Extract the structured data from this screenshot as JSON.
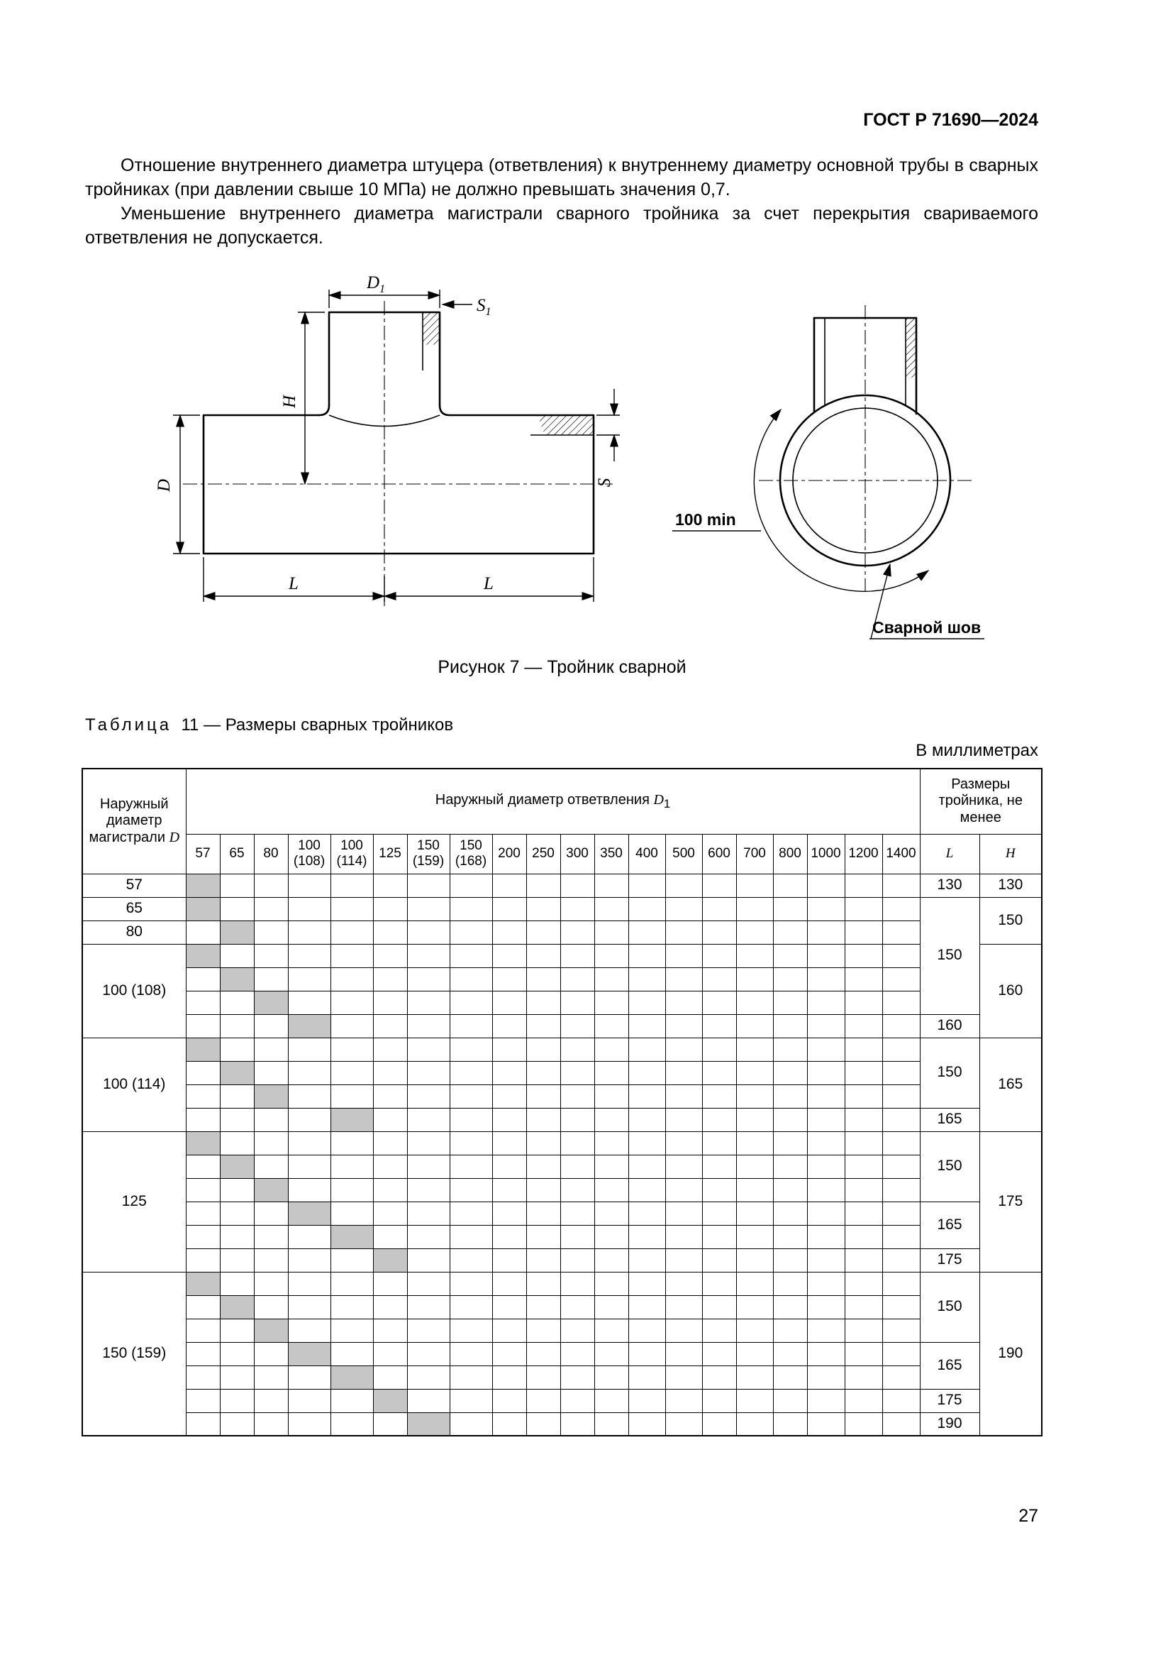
{
  "doc_header": "ГОСТ Р 71690—2024",
  "page_number": "27",
  "paragraphs": [
    "Отношение внутреннего диаметра штуцера (ответвления) к внутреннему диаметру основной трубы в сварных тройниках (при давлении свыше 10 МПа) не должно превышать значения 0,7.",
    "Уменьшение внутреннего диаметра магистрали сварного тройника за счет перекрытия свариваемого ответвления не допускается."
  ],
  "figure": {
    "caption": "Рисунок 7 — Тройник сварной",
    "labels": {
      "d1_main": "D",
      "d1_sub": "1",
      "s1_main": "S",
      "s1_sub": "1",
      "h": "H",
      "d": "D",
      "s": "S",
      "l_left": "L",
      "l_right": "L",
      "min_distance": "100 min",
      "weld_seam": "Сварной шов"
    }
  },
  "table": {
    "title_spaced": "Таблица",
    "title_rest": "11 — Размеры сварных тройников",
    "units_note": "В миллиметрах",
    "shaded_color": "#c6c6c6",
    "header": {
      "main_col_text": "Наружный диаметр магистрали",
      "main_col_var": "D",
      "branch_group_text": "Наружный диаметр ответвления",
      "branch_group_var": "D",
      "branch_group_sub": "1",
      "sizes_group_text": "Размеры тройника, не менее",
      "d1_columns": [
        "57",
        "65",
        "80",
        "100 (108)",
        "100 (114)",
        "125",
        "150 (159)",
        "150 (168)",
        "200",
        "250",
        "300",
        "350",
        "400",
        "500",
        "600",
        "700",
        "800",
        "1000",
        "1200",
        "1400"
      ],
      "l_label": "L",
      "h_label": "H"
    },
    "rows": [
      {
        "d": "57",
        "dspan": 1,
        "shaded": [
          0
        ],
        "l": "130",
        "lspan": 1,
        "h": "130",
        "hspan": 1
      },
      {
        "d": "65",
        "dspan": 1,
        "shaded": [
          0
        ],
        "l": "150",
        "lspan": 5,
        "h": "150",
        "hspan": 2
      },
      {
        "d": "80",
        "dspan": 1,
        "shaded": [
          1
        ]
      },
      {
        "d": "100 (108)",
        "dspan": 4,
        "shaded": [
          0
        ],
        "h": "160",
        "hspan": 4
      },
      {
        "shaded": [
          1
        ]
      },
      {
        "shaded": [
          2
        ]
      },
      {
        "shaded": [
          3
        ],
        "l": "160",
        "lspan": 1
      },
      {
        "d": "100 (114)",
        "dspan": 4,
        "shaded": [
          0
        ],
        "l": "150",
        "lspan": 3,
        "h": "165",
        "hspan": 4
      },
      {
        "shaded": [
          1
        ]
      },
      {
        "shaded": [
          2
        ]
      },
      {
        "shaded": [
          4
        ],
        "l": "165",
        "lspan": 1
      },
      {
        "d": "125",
        "dspan": 6,
        "shaded": [
          0
        ],
        "l": "150",
        "lspan": 3,
        "h": "175",
        "hspan": 6
      },
      {
        "shaded": [
          1
        ]
      },
      {
        "shaded": [
          2
        ]
      },
      {
        "shaded": [
          3
        ],
        "l": "165",
        "lspan": 2
      },
      {
        "shaded": [
          4
        ]
      },
      {
        "shaded": [
          5
        ],
        "l": "175",
        "lspan": 1
      },
      {
        "d": "150 (159)",
        "dspan": 7,
        "shaded": [
          0
        ],
        "l": "150",
        "lspan": 3,
        "h": "190",
        "hspan": 7
      },
      {
        "shaded": [
          1
        ]
      },
      {
        "shaded": [
          2
        ]
      },
      {
        "shaded": [
          3
        ],
        "l": "165",
        "lspan": 2
      },
      {
        "shaded": [
          4
        ]
      },
      {
        "shaded": [
          5
        ],
        "l": "175",
        "lspan": 1
      },
      {
        "shaded": [
          6
        ],
        "l": "190",
        "lspan": 1
      }
    ]
  }
}
